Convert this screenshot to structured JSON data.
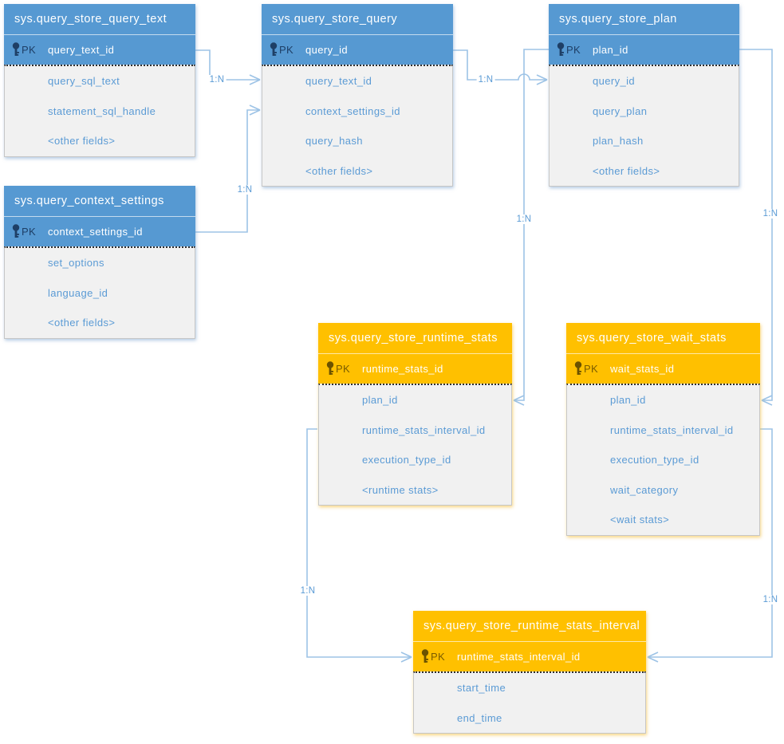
{
  "colors": {
    "blue_header": "#5699D2",
    "orange_header": "#FFC000",
    "body_background": "#F1F1F1",
    "field_text": "#5B9BD5",
    "connector_line": "#9DC3E6",
    "pk_text_blue_theme": "#1E3F66",
    "pk_text_orange_theme": "#7A5C00"
  },
  "tables": [
    {
      "name": "sys.query_store_query_text",
      "theme": "blue",
      "pk_label": "PK",
      "pk_field": "query_text_id",
      "fields": [
        "query_sql_text",
        "statement_sql_handle",
        "<other fields>"
      ]
    },
    {
      "name": "sys.query_store_query",
      "theme": "blue",
      "pk_label": "PK",
      "pk_field": "query_id",
      "fields": [
        "query_text_id",
        "context_settings_id",
        "query_hash",
        "<other fields>"
      ]
    },
    {
      "name": "sys.query_store_plan",
      "theme": "blue",
      "pk_label": "PK",
      "pk_field": "plan_id",
      "fields": [
        "query_id",
        "query_plan",
        "plan_hash",
        "<other fields>"
      ]
    },
    {
      "name": "sys.query_context_settings",
      "theme": "blue",
      "pk_label": "PK",
      "pk_field": "context_settings_id",
      "fields": [
        "set_options",
        "language_id",
        "<other fields>"
      ]
    },
    {
      "name": "sys.query_store_runtime_stats",
      "theme": "orange",
      "pk_label": "PK",
      "pk_field": "runtime_stats_id",
      "fields": [
        "plan_id",
        "runtime_stats_interval_id",
        "execution_type_id",
        "<runtime stats>"
      ]
    },
    {
      "name": "sys.query_store_wait_stats",
      "theme": "orange",
      "pk_label": "PK",
      "pk_field": "wait_stats_id",
      "fields": [
        "plan_id",
        "runtime_stats_interval_id",
        "execution_type_id",
        "wait_category",
        "<wait stats>"
      ]
    },
    {
      "name": "sys.query_store_runtime_stats_interval",
      "theme": "orange",
      "pk_label": "PK",
      "pk_field": "runtime_stats_interval_id",
      "fields": [
        "start_time",
        "end_time"
      ]
    }
  ],
  "relationships": [
    {
      "label": "1:N",
      "from": "sys.query_store_query_text.query_text_id",
      "to": "sys.query_store_query.query_text_id"
    },
    {
      "label": "1:N",
      "from": "sys.query_context_settings.context_settings_id",
      "to": "sys.query_store_query.context_settings_id"
    },
    {
      "label": "1:N",
      "from": "sys.query_store_query.query_id",
      "to": "sys.query_store_plan.query_id"
    },
    {
      "label": "1:N",
      "from": "sys.query_store_plan.plan_id",
      "to": "sys.query_store_runtime_stats.plan_id"
    },
    {
      "label": "1:N",
      "from": "sys.query_store_plan.plan_id",
      "to": "sys.query_store_wait_stats.plan_id"
    },
    {
      "label": "1:N",
      "from": "sys.query_store_runtime_stats.runtime_stats_interval_id",
      "to": "sys.query_store_runtime_stats_interval.runtime_stats_interval_id"
    },
    {
      "label": "1:N",
      "from": "sys.query_store_wait_stats.runtime_stats_interval_id",
      "to": "sys.query_store_runtime_stats_interval.runtime_stats_interval_id"
    }
  ]
}
